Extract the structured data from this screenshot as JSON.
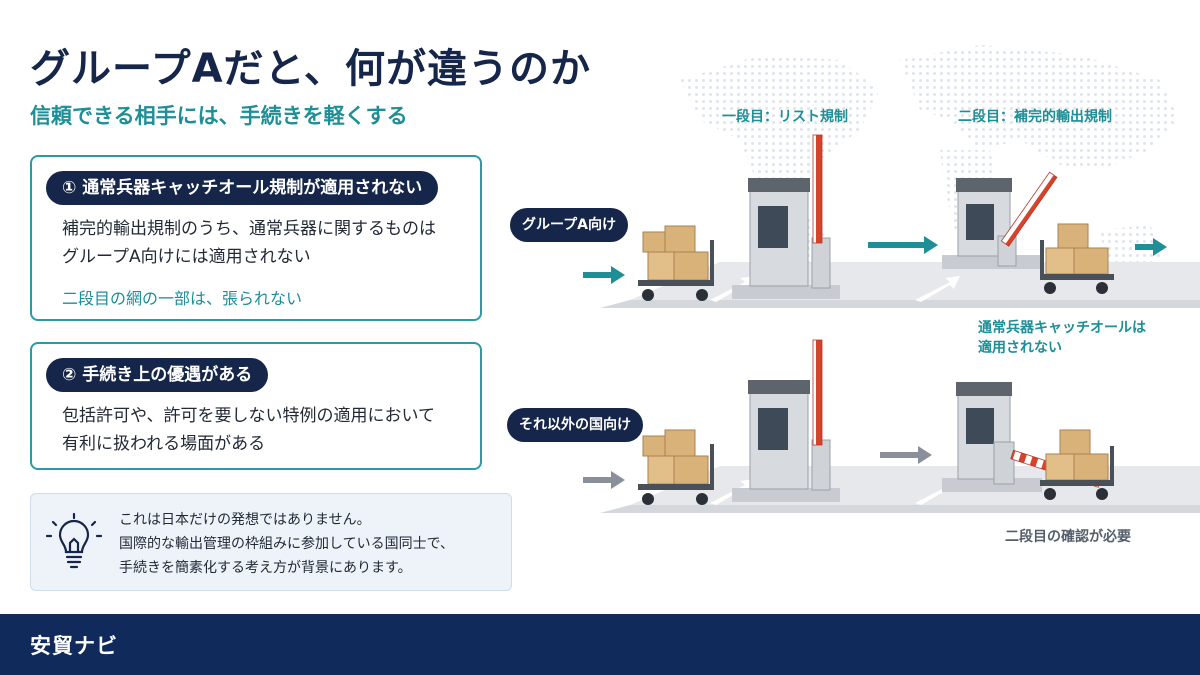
{
  "title": "グループAだと、何が違うのか",
  "subtitle": "信頼できる相手には、手続きを軽くする",
  "cards": [
    {
      "heading": "① 通常兵器キャッチオール規制が適用されない",
      "lines": [
        "補完的輸出規制のうち、通常兵器に関するものは",
        "グループA向けには適用されない"
      ],
      "note": "二段目の網の一部は、張られない"
    },
    {
      "heading": "② 手続き上の優遇がある",
      "lines": [
        "包括許可や、許可を要しない特例の適用において",
        "有利に扱われる場面がある"
      ]
    }
  ],
  "info": {
    "icon": "lightbulb-icon",
    "lines": [
      "これは日本だけの発想ではありません。",
      "国際的な輸出管理の枠組みに参加している国同士で、",
      "手続きを簡素化する考え方が背景にあります。"
    ]
  },
  "diagram": {
    "stage1_label": "一段目：リスト規制",
    "stage2_label": "二段目：補完的輸出規制",
    "row1_label": "グループA向け",
    "row1_caption": [
      "通常兵器キャッチオールは",
      "適用されない"
    ],
    "row2_label": "それ以外の国向け",
    "row2_caption": "二段目の確認が必要"
  },
  "footer": {
    "brand": "安貿ナビ"
  },
  "colors": {
    "navy": "#15264a",
    "teal": "#1e8e97",
    "footer": "#102a5c",
    "barrier_red": "#d4432c"
  }
}
